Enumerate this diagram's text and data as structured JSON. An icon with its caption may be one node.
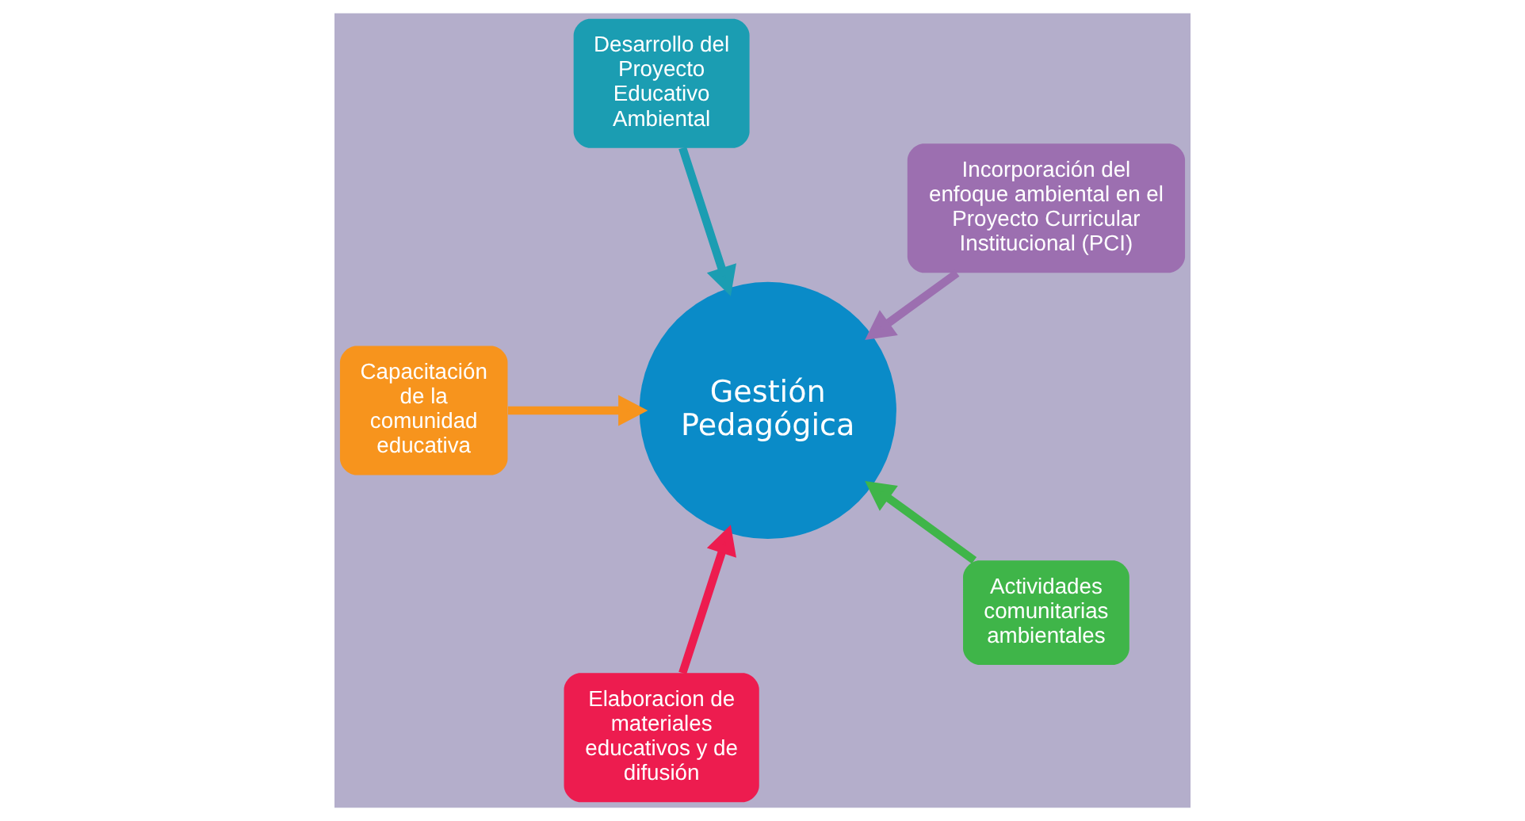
{
  "diagram": {
    "nodes": [
      {
        "text": [
          "Gestión Pedagógica"
        ]
      },
      {
        "text": [
          "Incorporación del enfoque ambiental en el Proyecto Curricular Institucional (PCI)"
        ]
      },
      {
        "text": [
          "Desarrollo del Proyecto Educativo Ambiental"
        ]
      },
      {
        "text": [
          "Capacitación de la comunidad educativa"
        ]
      },
      {
        "text": [
          "Elaboracion de materiales educativos y de difusión"
        ]
      },
      {
        "text": [
          "Actividades comunitarias ambientales"
        ]
      }
    ],
    "edges": [
      {
        "from": 1,
        "to": 0,
        "arrow": "to",
        "color": "#9c6fb0"
      },
      {
        "from": 2,
        "to": 0,
        "arrow": "to",
        "color": "#1b9db2"
      },
      {
        "from": 3,
        "to": 0,
        "arrow": "to",
        "color": "#f7941d"
      },
      {
        "from": 4,
        "to": 0,
        "arrow": "to",
        "color": "#ed1c4f"
      },
      {
        "from": 5,
        "to": 0,
        "arrow": "to",
        "color": "#3fb549"
      }
    ]
  }
}
